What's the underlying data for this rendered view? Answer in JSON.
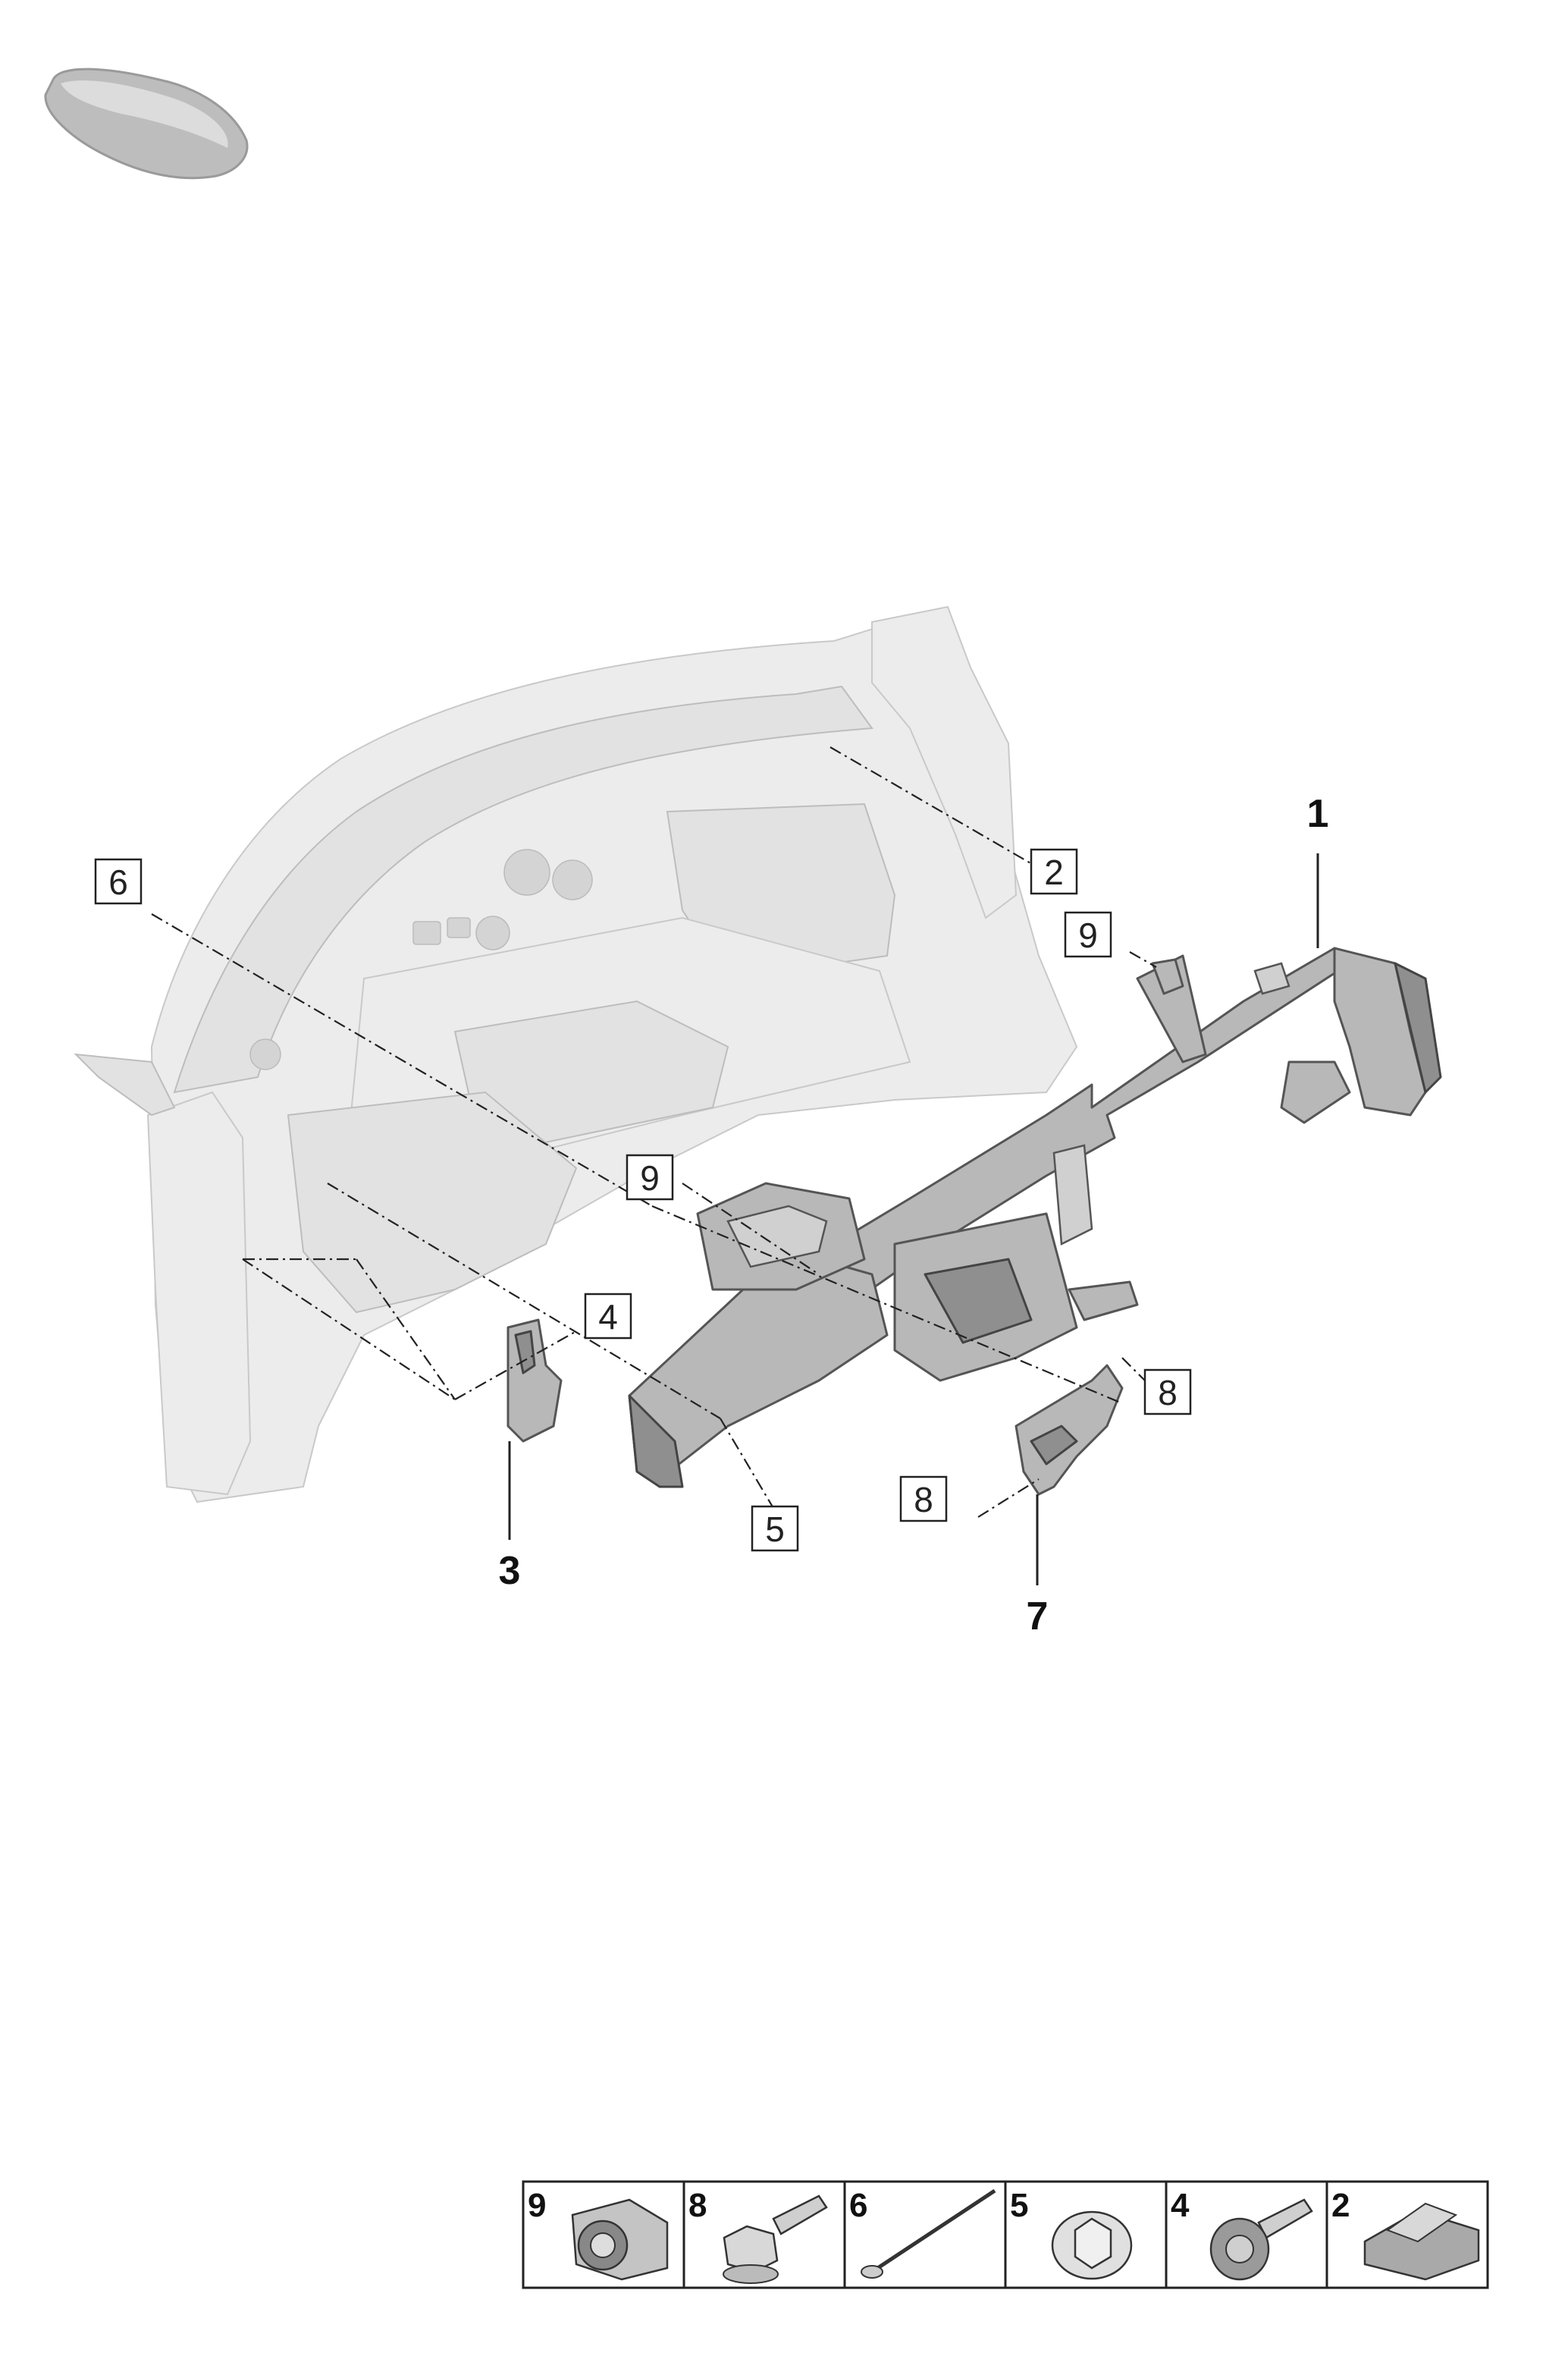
{
  "callouts": {
    "c1": "1",
    "c2": "2",
    "c3": "3",
    "c4": "4",
    "c5": "5",
    "c6": "6",
    "c7": "7",
    "c8a": "8",
    "c8b": "8",
    "c9a": "9",
    "c9b": "9"
  },
  "hardware_legend": [
    {
      "number": "9",
      "icon": "expansion-clip-icon"
    },
    {
      "number": "8",
      "icon": "flange-bolt-icon"
    },
    {
      "number": "6",
      "icon": "long-bolt-icon"
    },
    {
      "number": "5",
      "icon": "flange-nut-icon"
    },
    {
      "number": "4",
      "icon": "socket-bolt-icon"
    },
    {
      "number": "2",
      "icon": "clip-nut-icon"
    }
  ],
  "colors": {
    "ghost_body": "#ececec",
    "part_grey": "#b8b8b8",
    "line": "#222222"
  }
}
